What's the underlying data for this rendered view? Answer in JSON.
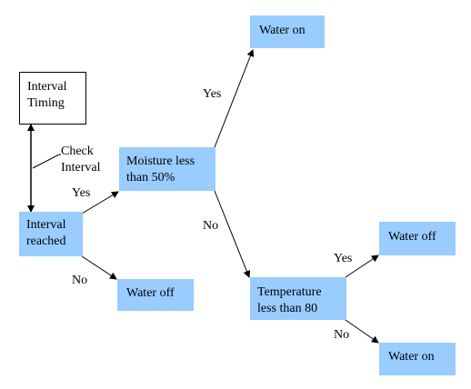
{
  "nodes": {
    "interval_timing": "Interval Timing",
    "interval_reached": "Interval reached",
    "moisture": "Moisture less than 50%",
    "water_off_1": "Water off",
    "water_on_top": "Water on",
    "temperature": "Temperature less than 80",
    "water_off_2": "Water off",
    "water_on_bottom": "Water on"
  },
  "labels": {
    "check_interval": "Check Interval",
    "yes_1": "Yes",
    "no_1": "No",
    "yes_2": "Yes",
    "no_2": "No",
    "yes_3": "Yes",
    "no_3": "No"
  },
  "colors": {
    "node_fill": "#99ccff",
    "line": "#000000"
  }
}
